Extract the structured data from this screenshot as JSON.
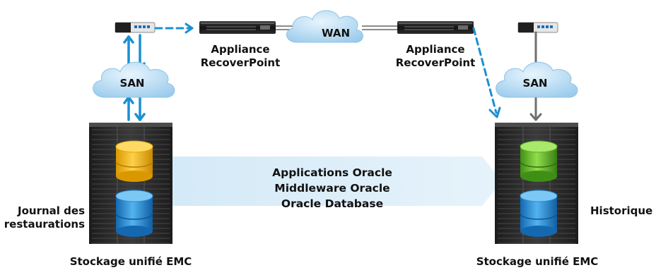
{
  "labels": {
    "wan": "WAN",
    "san_left": "SAN",
    "san_right": "SAN",
    "appliance_left": [
      "Appliance",
      "RecoverPoint"
    ],
    "appliance_right": [
      "Appliance",
      "RecoverPoint"
    ],
    "band_lines": [
      "Applications Oracle",
      "Middleware Oracle",
      "Oracle Database"
    ],
    "journal": [
      "Journal des",
      "restaurations"
    ],
    "historique": "Historique",
    "storage_left": "Stockage unifié EMC",
    "storage_right": "Stockage unifié EMC"
  },
  "icons": {
    "cloud": "cloud-icon",
    "switch": "fc-switch-icon",
    "appliance": "rack-appliance-icon",
    "storage": "storage-array-icon",
    "database": "database-cylinder-icon"
  },
  "colors": {
    "blue_link": "#1b8fd2",
    "gray_link": "#6f6f6f",
    "band": "#d9ecf8",
    "cloud_fill": "#a9d3ef",
    "db_journal": "#f2b417",
    "db_primary": "#2a8fd6",
    "db_replica": "#6cbf2c",
    "rack": "#2a2a2a"
  }
}
